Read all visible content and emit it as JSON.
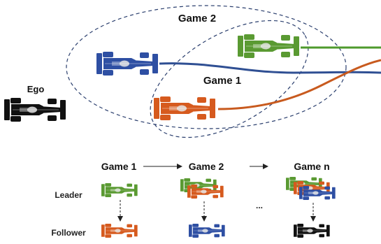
{
  "labels": {
    "ego": "Ego",
    "game2_top": "Game 2",
    "game1_top": "Game 1",
    "seq_game1": "Game 1",
    "seq_game2": "Game 2",
    "seq_gamen": "Game n",
    "leader": "Leader",
    "follower": "Follower",
    "ellipsis": "..."
  },
  "colors": {
    "green": "#5a9a32",
    "blue": "#2e4fa3",
    "orange": "#d65a1e",
    "black": "#111111",
    "line_blue": "#2f4f93",
    "line_orange": "#c85a1e",
    "line_green": "#4e9a2c",
    "dashed": "#2b3f6e"
  }
}
